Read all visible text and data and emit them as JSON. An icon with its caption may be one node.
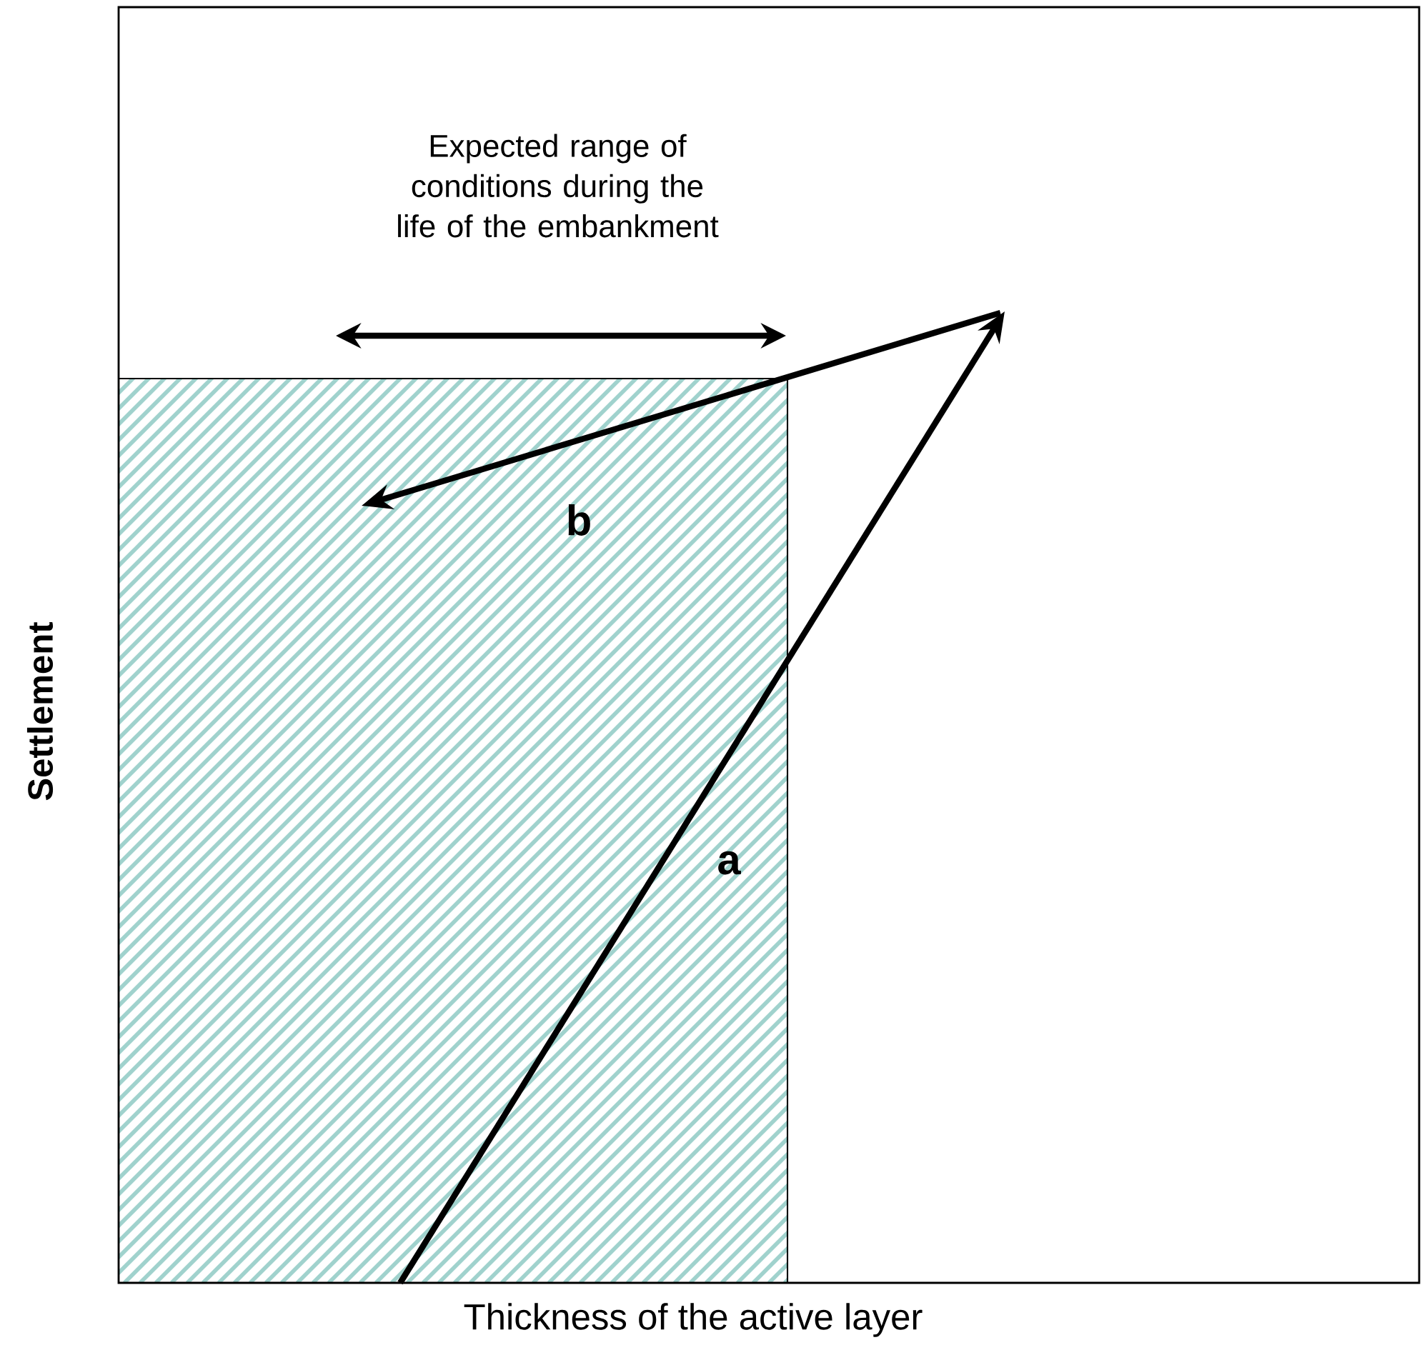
{
  "diagram": {
    "labels": [
      "Expected range of conditions during the life of the embankment",
      "b",
      "Settlement",
      "a",
      "Thickness of the active layer"
    ]
  }
}
